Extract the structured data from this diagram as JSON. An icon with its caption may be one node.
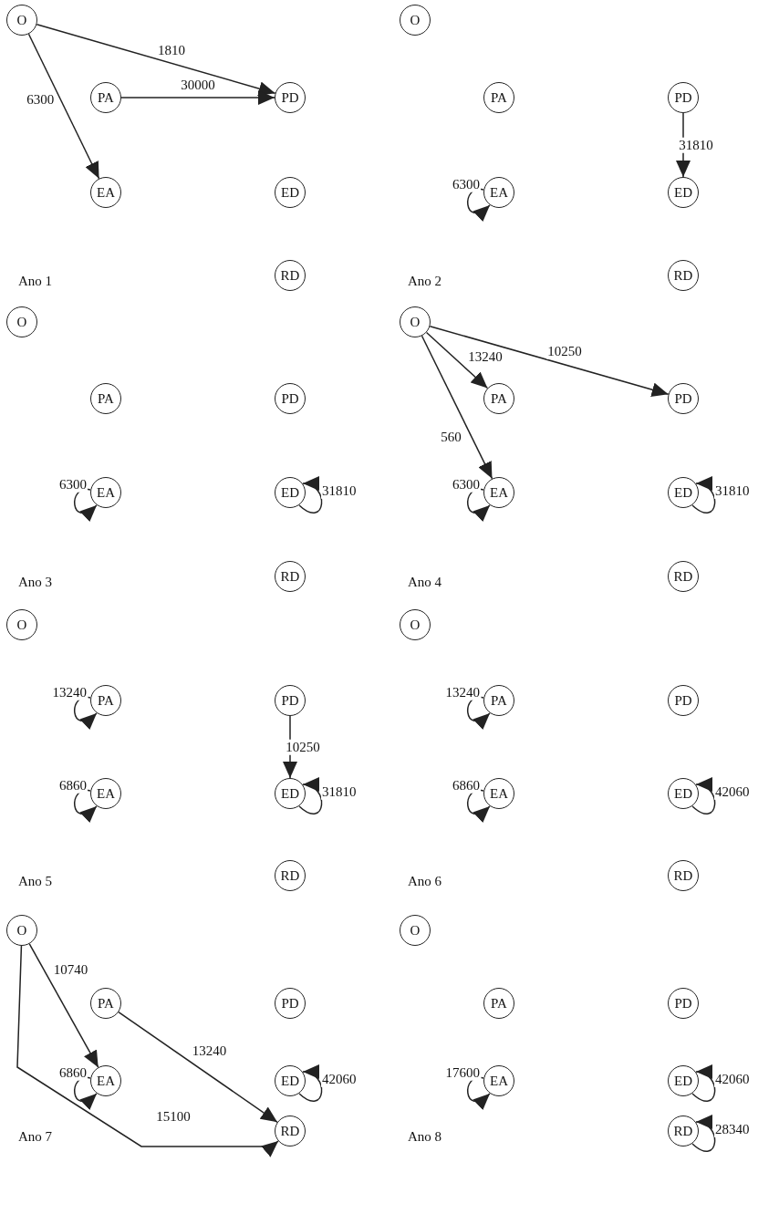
{
  "diagram": {
    "nodes": [
      {
        "text": [
          "O"
        ]
      },
      {
        "text": [
          "PA"
        ]
      },
      {
        "text": [
          "PD"
        ]
      },
      {
        "text": [
          "EA"
        ]
      },
      {
        "text": [
          "ED"
        ]
      },
      {
        "text": [
          "RD"
        ]
      },
      {
        "text": [
          "O"
        ]
      },
      {
        "text": [
          "PA"
        ]
      },
      {
        "text": [
          "PD"
        ]
      },
      {
        "text": [
          "EA"
        ]
      },
      {
        "text": [
          "ED"
        ]
      },
      {
        "text": [
          "RD"
        ]
      },
      {
        "text": [
          "O"
        ]
      },
      {
        "text": [
          "PA"
        ]
      },
      {
        "text": [
          "PD"
        ]
      },
      {
        "text": [
          "EA"
        ]
      },
      {
        "text": [
          "ED"
        ]
      },
      {
        "text": [
          "RD"
        ]
      },
      {
        "text": [
          "O"
        ]
      },
      {
        "text": [
          "PA"
        ]
      },
      {
        "text": [
          "PD"
        ]
      },
      {
        "text": [
          "EA"
        ]
      },
      {
        "text": [
          "ED"
        ]
      },
      {
        "text": [
          "RD"
        ]
      },
      {
        "text": [
          "O"
        ]
      },
      {
        "text": [
          "PA"
        ]
      },
      {
        "text": [
          "PD"
        ]
      },
      {
        "text": [
          "EA"
        ]
      },
      {
        "text": [
          "ED"
        ]
      },
      {
        "text": [
          "RD"
        ]
      },
      {
        "text": [
          "O"
        ]
      },
      {
        "text": [
          "PA"
        ]
      },
      {
        "text": [
          "PD"
        ]
      },
      {
        "text": [
          "EA"
        ]
      },
      {
        "text": [
          "ED"
        ]
      },
      {
        "text": [
          "RD"
        ]
      },
      {
        "text": [
          "O"
        ]
      },
      {
        "text": [
          "PA"
        ]
      },
      {
        "text": [
          "PD"
        ]
      },
      {
        "text": [
          "EA"
        ]
      },
      {
        "text": [
          "ED"
        ]
      },
      {
        "text": [
          "RD"
        ]
      },
      {
        "text": [
          "O"
        ]
      },
      {
        "text": [
          "PA"
        ]
      },
      {
        "text": [
          "PD"
        ]
      },
      {
        "text": [
          "EA"
        ]
      },
      {
        "text": [
          "ED"
        ]
      },
      {
        "text": [
          "RD"
        ]
      }
    ],
    "edges": [
      {
        "from": 0,
        "to": 2,
        "arrow": "to",
        "label": "1810"
      },
      {
        "from": 1,
        "to": 2,
        "arrow": "to",
        "label": "30000"
      },
      {
        "from": 0,
        "to": 3,
        "arrow": "to",
        "label": "6300"
      },
      {
        "from": 8,
        "to": 10,
        "arrow": "to",
        "label": "31810"
      },
      {
        "from": 9,
        "to": 9,
        "arrow": "to",
        "label": "6300"
      },
      {
        "from": 15,
        "to": 15,
        "arrow": "to",
        "label": "6300"
      },
      {
        "from": 16,
        "to": 16,
        "arrow": "to",
        "label": "31810"
      },
      {
        "from": 18,
        "to": 20,
        "arrow": "to",
        "label": "10250"
      },
      {
        "from": 18,
        "to": 19,
        "arrow": "to",
        "label": "13240"
      },
      {
        "from": 18,
        "to": 21,
        "arrow": "to",
        "label": "560"
      },
      {
        "from": 21,
        "to": 21,
        "arrow": "to",
        "label": "6300"
      },
      {
        "from": 22,
        "to": 22,
        "arrow": "to",
        "label": "31810"
      },
      {
        "from": 25,
        "to": 25,
        "arrow": "to",
        "label": "13240"
      },
      {
        "from": 26,
        "to": 28,
        "arrow": "to",
        "label": "10250"
      },
      {
        "from": 27,
        "to": 27,
        "arrow": "to",
        "label": "6860"
      },
      {
        "from": 28,
        "to": 28,
        "arrow": "to",
        "label": "31810"
      },
      {
        "from": 31,
        "to": 31,
        "arrow": "to",
        "label": "13240"
      },
      {
        "from": 33,
        "to": 33,
        "arrow": "to",
        "label": "6860"
      },
      {
        "from": 34,
        "to": 34,
        "arrow": "to",
        "label": "42060"
      },
      {
        "from": 36,
        "to": 39,
        "arrow": "to",
        "label": "10740"
      },
      {
        "from": 37,
        "to": 41,
        "arrow": "to",
        "label": "13240"
      },
      {
        "from": 36,
        "to": 41,
        "arrow": "to",
        "label": "15100"
      },
      {
        "from": 39,
        "to": 39,
        "arrow": "to",
        "label": "6860"
      },
      {
        "from": 40,
        "to": 40,
        "arrow": "to",
        "label": "42060"
      },
      {
        "from": 45,
        "to": 45,
        "arrow": "to",
        "label": "17600"
      },
      {
        "from": 46,
        "to": 46,
        "arrow": "to",
        "label": "42060"
      },
      {
        "from": 47,
        "to": 47,
        "arrow": "to",
        "label": "28340"
      }
    ],
    "labels": [
      "Ano 1",
      "Ano 2",
      "Ano 3",
      "Ano 4",
      "Ano 5",
      "Ano 6",
      "Ano 7",
      "Ano 8"
    ]
  }
}
